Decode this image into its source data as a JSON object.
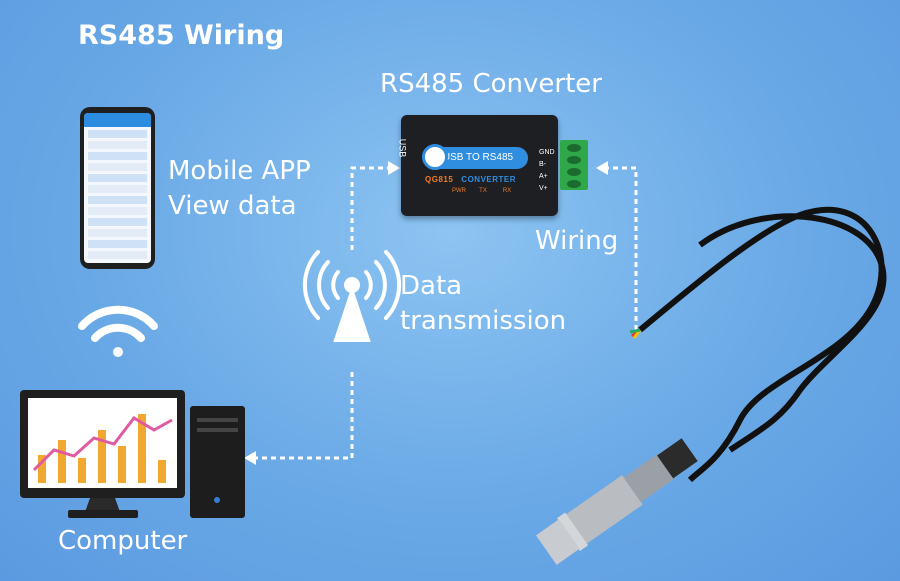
{
  "title": "RS485 Wiring",
  "converter": {
    "label": "RS485 Converter",
    "badge_text": "USB TO RS485",
    "model_text": "QG815",
    "converter_text": "CONVERTER",
    "port_label": "USB",
    "led_labels": [
      "PWR",
      "TX",
      "RX"
    ],
    "pin_labels": [
      "GND",
      "B-",
      "A+",
      "V+"
    ]
  },
  "mobile": {
    "line1": "Mobile APP",
    "line2": "View data"
  },
  "wiring_label": "Wiring",
  "transmission": {
    "line1": "Data",
    "line2": "transmission"
  },
  "computer_label": "Computer",
  "icons": [
    "wifi-icon",
    "signal-tower-icon",
    "computer-icon",
    "phone-icon",
    "sensor-probe-icon"
  ],
  "colors": {
    "background": "#6aa9e6",
    "arrow": "#ffffff",
    "badge": "#2f8ee0",
    "terminal": "#2fa84a",
    "chart_line": "#e05aa0",
    "chart_bars": "#f0a830"
  }
}
